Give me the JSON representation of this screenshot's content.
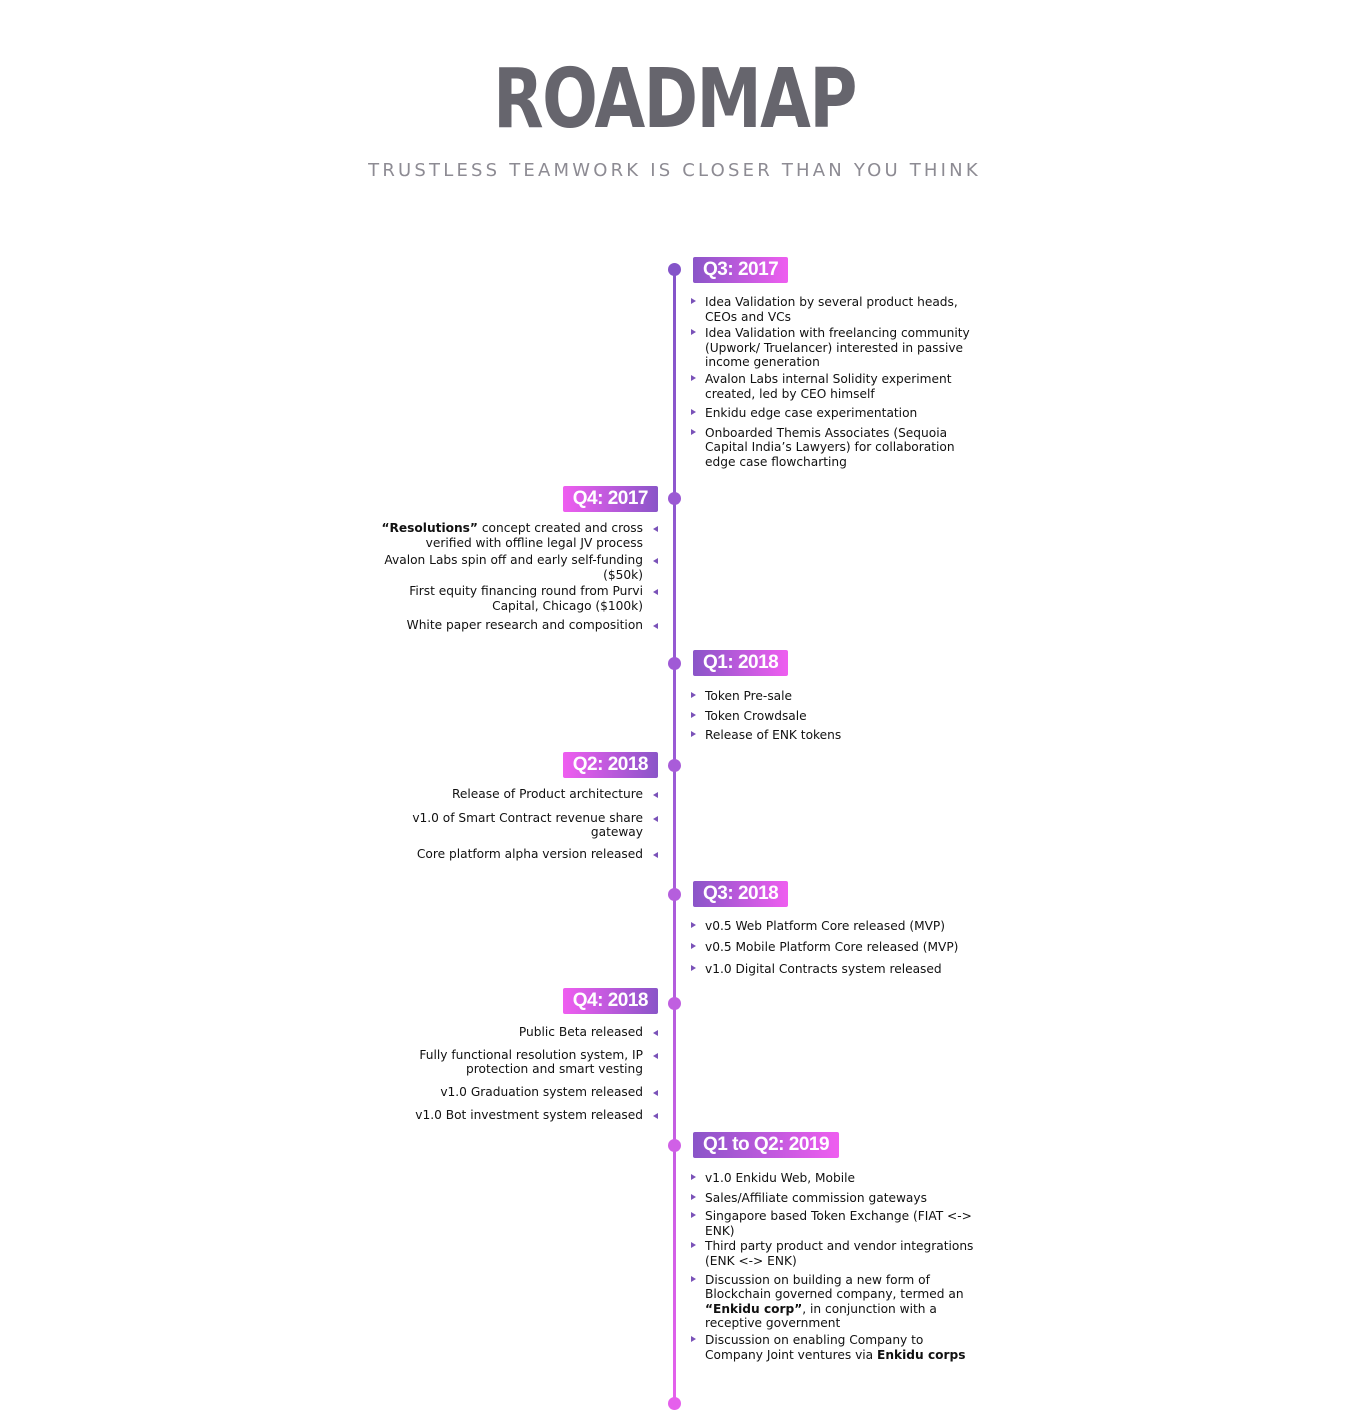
{
  "header": {
    "title": "ROADMAP",
    "subtitle": "TRUSTLESS TEAMWORK IS CLOSER THAN YOU THINK"
  },
  "colors": {
    "purple": "#8a55c8",
    "pink": "#ef5ef0",
    "title_gray": "#66656d",
    "subtitle_gray": "#8d8b93"
  },
  "milestones": [
    {
      "label": "Q3: 2017",
      "items": [
        "Idea Validation by several product heads, CEOs and VCs",
        "Idea Validation with freelancing community (Upwork/ Truelancer) interested in passive income generation",
        "Avalon Labs internal Solidity experiment created, led by CEO himself",
        "Enkidu edge case experimentation",
        "Onboarded Themis Associates (Sequoia Capital India’s Lawyers) for collaboration edge case flowcharting"
      ]
    },
    {
      "label": "Q4: 2017",
      "items": [
        "“Resolutions” concept created and cross verified with offline legal JV process",
        "Avalon Labs spin off and early self-funding ($50k)",
        "First equity financing round from Purvi Capital,  Chicago ($100k)",
        "White paper research and composition"
      ],
      "bold": {
        "item0": "“Resolutions”"
      }
    },
    {
      "label": "Q1: 2018",
      "items": [
        "Token Pre-sale",
        "Token Crowdsale",
        "Release of ENK tokens"
      ]
    },
    {
      "label": "Q2: 2018",
      "items": [
        "Release of Product architecture",
        "v1.0 of Smart Contract revenue share gateway",
        "Core platform alpha version released"
      ]
    },
    {
      "label": "Q3: 2018",
      "items": [
        "v0.5 Web Platform Core released (MVP)",
        "v0.5 Mobile Platform Core released (MVP)",
        "v1.0 Digital Contracts system released"
      ]
    },
    {
      "label": "Q4: 2018",
      "items": [
        "Public Beta released",
        "Fully functional resolution system, IP protection and smart vesting",
        "v1.0 Graduation system released",
        "v1.0 Bot investment system released"
      ]
    },
    {
      "label": "Q1 to Q2: 2019",
      "items": [
        "v1.0 Enkidu Web, Mobile",
        "Sales/Affiliate commission gateways",
        "Singapore based Token Exchange (FIAT <-> ENK)",
        "Third party product and vendor integrations (ENK <-> ENK)",
        "Discussion on building a new form of Blockchain governed company, termed an “Enkidu corp”, in conjunction with a receptive government",
        "Discussion on enabling Company to Company Joint ventures via Enkidu corps"
      ],
      "parts": {
        "item4_a": "Discussion on building a new form of Blockchain governed company, termed an ",
        "item4_b": "“Enkidu corp”",
        "item4_c": ", in conjunction with a receptive government",
        "item5_a": "Discussion on enabling Company to Company Joint ventures via ",
        "item5_b": "Enkidu corps"
      }
    }
  ]
}
